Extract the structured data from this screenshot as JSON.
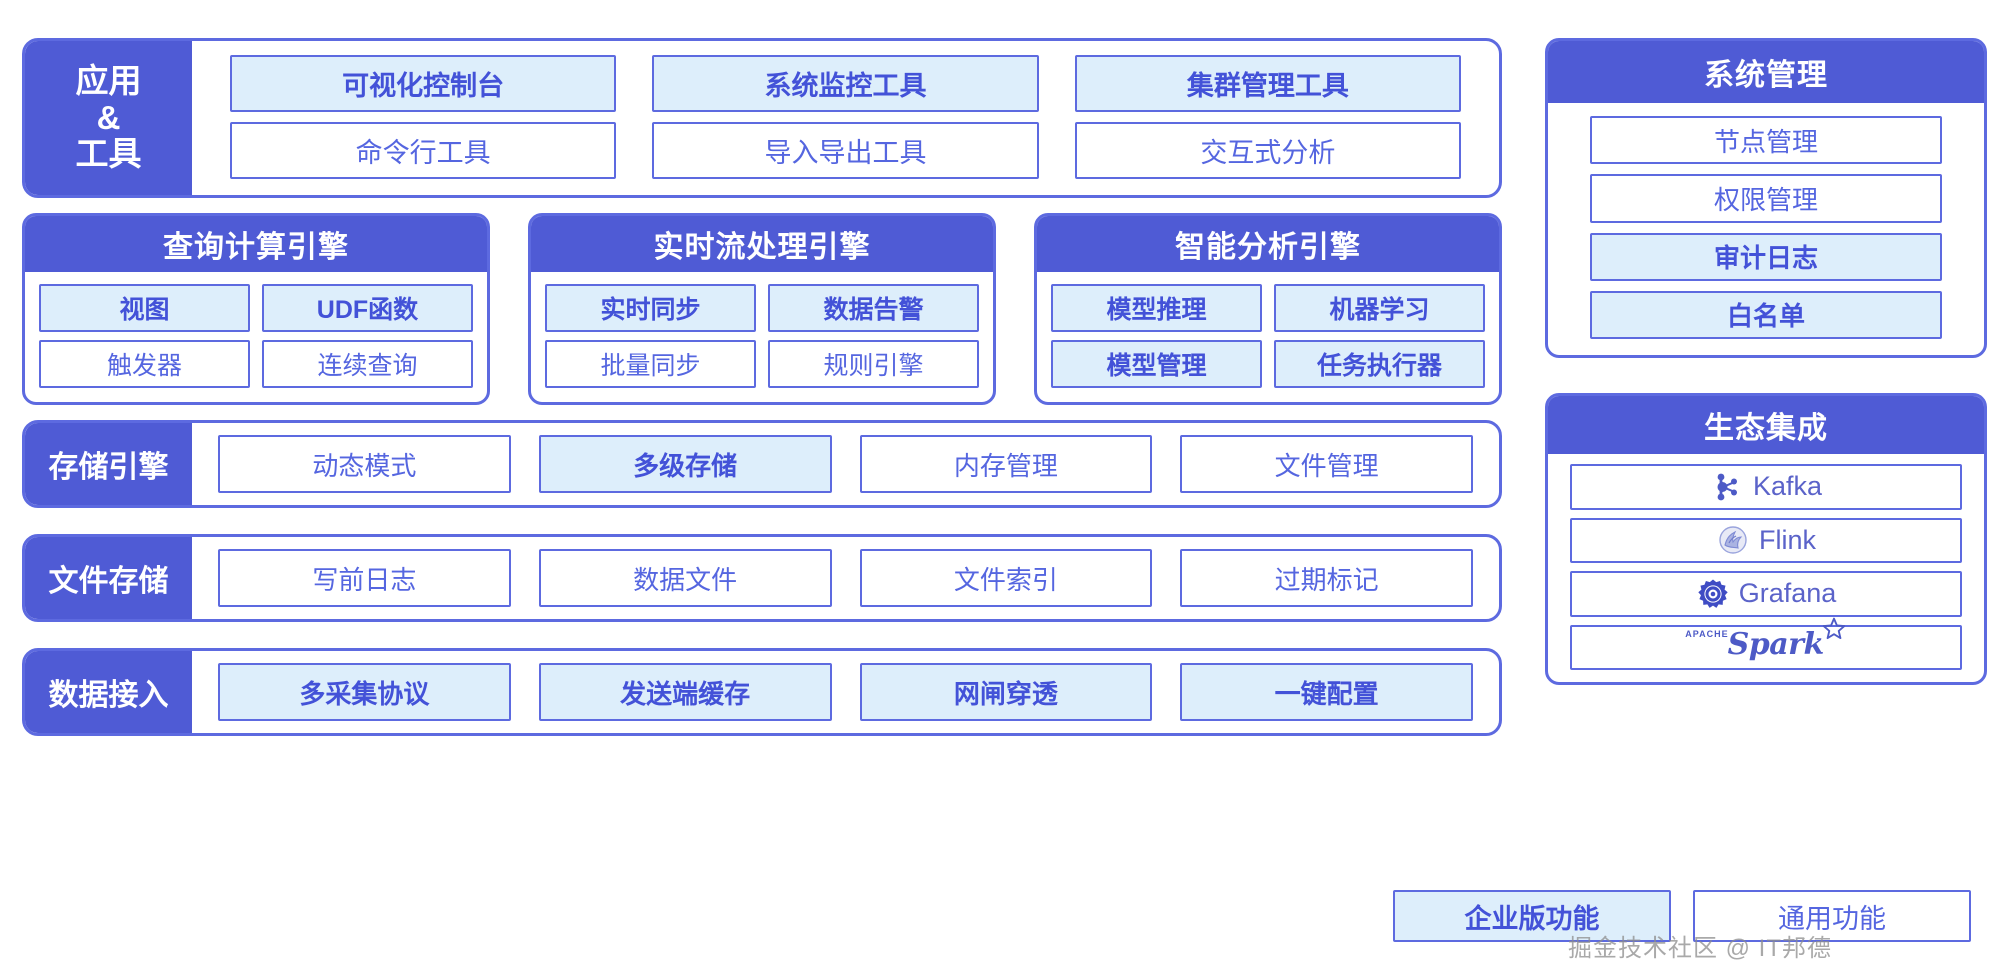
{
  "colors": {
    "brand": "#4f5bd5",
    "border": "#5d6ae0",
    "highlight_bg": "#ddeefb",
    "text_blue": "#5566e0",
    "background": "#ffffff"
  },
  "app_layer": {
    "side_label_lines": [
      "应用",
      "&",
      "工具"
    ],
    "items": [
      {
        "label": "可视化控制台",
        "highlight": true
      },
      {
        "label": "系统监控工具",
        "highlight": true
      },
      {
        "label": "集群管理工具",
        "highlight": true
      },
      {
        "label": "命令行工具",
        "highlight": false
      },
      {
        "label": "导入导出工具",
        "highlight": false
      },
      {
        "label": "交互式分析",
        "highlight": false
      }
    ]
  },
  "engines": [
    {
      "title": "查询计算引擎",
      "items": [
        {
          "label": "视图",
          "highlight": true
        },
        {
          "label": "UDF函数",
          "highlight": true
        },
        {
          "label": "触发器",
          "highlight": false
        },
        {
          "label": "连续查询",
          "highlight": false
        }
      ]
    },
    {
      "title": "实时流处理引擎",
      "items": [
        {
          "label": "实时同步",
          "highlight": true
        },
        {
          "label": "数据告警",
          "highlight": true
        },
        {
          "label": "批量同步",
          "highlight": false
        },
        {
          "label": "规则引擎",
          "highlight": false
        }
      ]
    },
    {
      "title": "智能分析引擎",
      "items": [
        {
          "label": "模型推理",
          "highlight": true
        },
        {
          "label": "机器学习",
          "highlight": true
        },
        {
          "label": "模型管理",
          "highlight": true
        },
        {
          "label": "任务执行器",
          "highlight": true
        }
      ]
    }
  ],
  "rows": [
    {
      "side_label": "存储引擎",
      "items": [
        {
          "label": "动态模式",
          "highlight": false
        },
        {
          "label": "多级存储",
          "highlight": true
        },
        {
          "label": "内存管理",
          "highlight": false
        },
        {
          "label": "文件管理",
          "highlight": false
        }
      ]
    },
    {
      "side_label": "文件存储",
      "items": [
        {
          "label": "写前日志",
          "highlight": false
        },
        {
          "label": "数据文件",
          "highlight": false
        },
        {
          "label": "文件索引",
          "highlight": false
        },
        {
          "label": "过期标记",
          "highlight": false
        }
      ]
    },
    {
      "side_label": "数据接入",
      "items": [
        {
          "label": "多采集协议",
          "highlight": true
        },
        {
          "label": "发送端缓存",
          "highlight": true
        },
        {
          "label": "网闸穿透",
          "highlight": true
        },
        {
          "label": "一键配置",
          "highlight": true
        }
      ]
    }
  ],
  "system_management": {
    "title": "系统管理",
    "items": [
      {
        "label": "节点管理",
        "highlight": false
      },
      {
        "label": "权限管理",
        "highlight": false
      },
      {
        "label": "审计日志",
        "highlight": true
      },
      {
        "label": "白名单",
        "highlight": true
      }
    ]
  },
  "ecosystem": {
    "title": "生态集成",
    "items": [
      {
        "label": "Kafka",
        "icon": "kafka-logo-icon"
      },
      {
        "label": "Flink",
        "icon": "flink-logo-icon"
      },
      {
        "label": "Grafana",
        "icon": "grafana-logo-icon"
      },
      {
        "label": "Spark",
        "icon": "spark-logo-icon",
        "sublabel": "APACHE"
      }
    ]
  },
  "legend": {
    "items": [
      {
        "label": "企业版功能",
        "highlight": true
      },
      {
        "label": "通用功能",
        "highlight": false
      }
    ]
  },
  "watermark": {
    "text": "掘金技术社区 @ IT邦德"
  }
}
